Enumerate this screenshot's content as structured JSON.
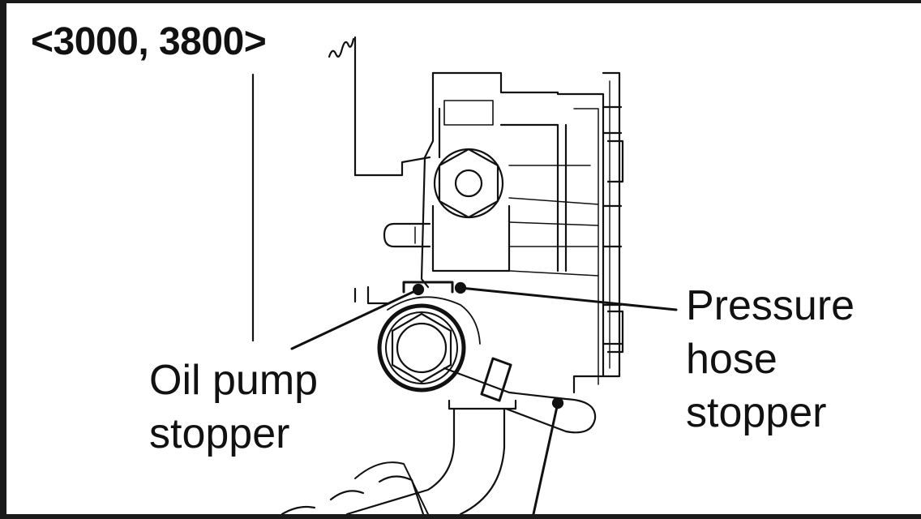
{
  "title": "<3000, 3800>",
  "labels": {
    "oil_pump_stopper": [
      "Oil pump",
      "stopper"
    ],
    "pressure_hose_stopper": [
      "Pressure",
      "hose",
      "stopper"
    ]
  },
  "colors": {
    "line": "#111111",
    "paper": "#ffffff",
    "frame": "#1a1a1a"
  },
  "icons": [
    "break-mark-icon"
  ]
}
